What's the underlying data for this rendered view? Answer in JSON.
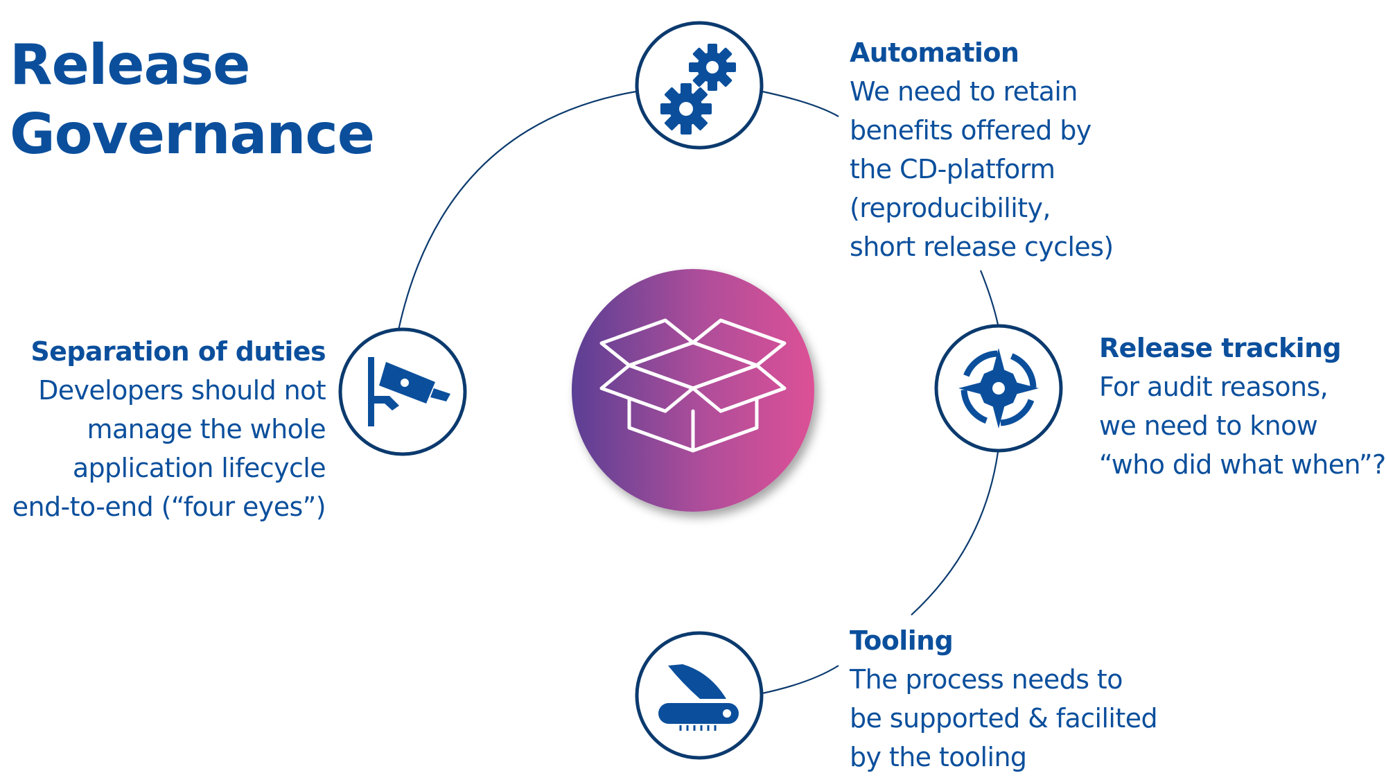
{
  "title": {
    "line1": "Release",
    "line2": "Governance"
  },
  "colors": {
    "primary": "#0b4f9c",
    "gradient_start": "#5b3f94",
    "gradient_end": "#dc5196",
    "background": "#ffffff"
  },
  "items": {
    "automation": {
      "heading": "Automation",
      "icon": "gears-icon",
      "lines": [
        "We need to retain",
        "benefits offered by",
        "the CD-platform",
        "(reproducibility,",
        "short release cycles)"
      ]
    },
    "release_tracking": {
      "heading": "Release tracking",
      "icon": "compass-icon",
      "lines": [
        "For audit reasons,",
        "we need to know",
        "“who did what when”?"
      ]
    },
    "tooling": {
      "heading": "Tooling",
      "icon": "pocket-knife-icon",
      "lines": [
        "The process needs to",
        "be supported & facilited",
        "by the tooling"
      ]
    },
    "separation": {
      "heading": "Separation of duties",
      "icon": "security-camera-icon",
      "lines": [
        "Developers should not",
        "manage the whole",
        "application lifecycle",
        "end-to-end (“four eyes”)"
      ]
    }
  },
  "center": {
    "icon": "open-box-icon"
  }
}
